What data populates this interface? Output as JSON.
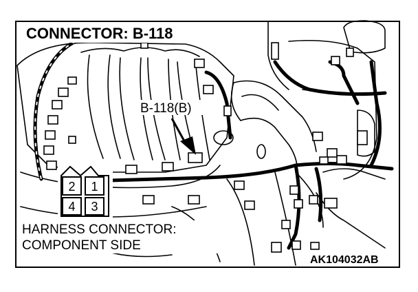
{
  "title": "CONNECTOR: B-118",
  "callout": "B-118(B)",
  "harness_label": {
    "line1": "HARNESS CONNECTOR:",
    "line2": "COMPONENT SIDE"
  },
  "connector_pins": {
    "top_left": "2",
    "top_right": "1",
    "bottom_left": "4",
    "bottom_right": "3"
  },
  "reference_code": "AK104032AB",
  "colors": {
    "line": "#000000",
    "background": "#ffffff"
  }
}
